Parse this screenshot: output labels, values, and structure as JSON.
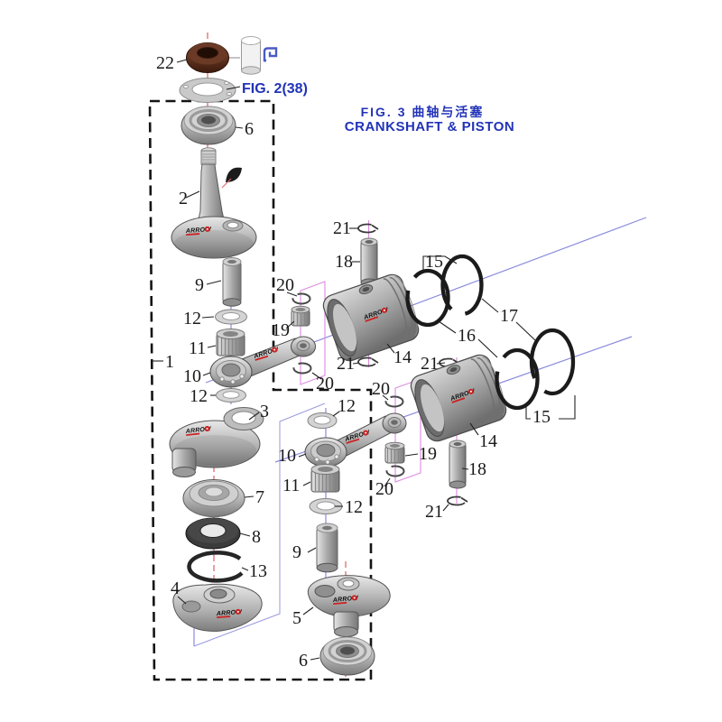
{
  "figure": {
    "title_line1": "FIG. 3 曲轴与活塞",
    "title_line2": "CRANKSHAFT & PISTON",
    "external_ref": "FIG. 2(38)",
    "brand": "ARROW"
  },
  "colors": {
    "title_text": "#2233b8",
    "callout_text": "#1a1a1a",
    "centerline_red": "#e06a6a",
    "centerline_blue": "#8a8ade",
    "group_outline_magenta": "#dd8ade",
    "group_outline_blue": "#9a9ade",
    "logo_accent_red": "#cc2222",
    "clip_blue": "#4a5cc4",
    "dashed_box": "#141414"
  },
  "callouts": [
    {
      "text": "22"
    },
    {
      "text": "6"
    },
    {
      "text": "2"
    },
    {
      "text": "9"
    },
    {
      "text": "12"
    },
    {
      "text": "11"
    },
    {
      "text": "1"
    },
    {
      "text": "10"
    },
    {
      "text": "12"
    },
    {
      "text": "3"
    },
    {
      "text": "7"
    },
    {
      "text": "8"
    },
    {
      "text": "13"
    },
    {
      "text": "4"
    },
    {
      "text": "21"
    },
    {
      "text": "18"
    },
    {
      "text": "20"
    },
    {
      "text": "19"
    },
    {
      "text": "14"
    },
    {
      "text": "21"
    },
    {
      "text": "20"
    },
    {
      "text": "15"
    },
    {
      "text": "16"
    },
    {
      "text": "17"
    },
    {
      "text": "15"
    },
    {
      "text": "21"
    },
    {
      "text": "20"
    },
    {
      "text": "12"
    },
    {
      "text": "10"
    },
    {
      "text": "19"
    },
    {
      "text": "11"
    },
    {
      "text": "12"
    },
    {
      "text": "20"
    },
    {
      "text": "18"
    },
    {
      "text": "21"
    },
    {
      "text": "9"
    },
    {
      "text": "5"
    },
    {
      "text": "6"
    },
    {
      "text": "14"
    }
  ]
}
